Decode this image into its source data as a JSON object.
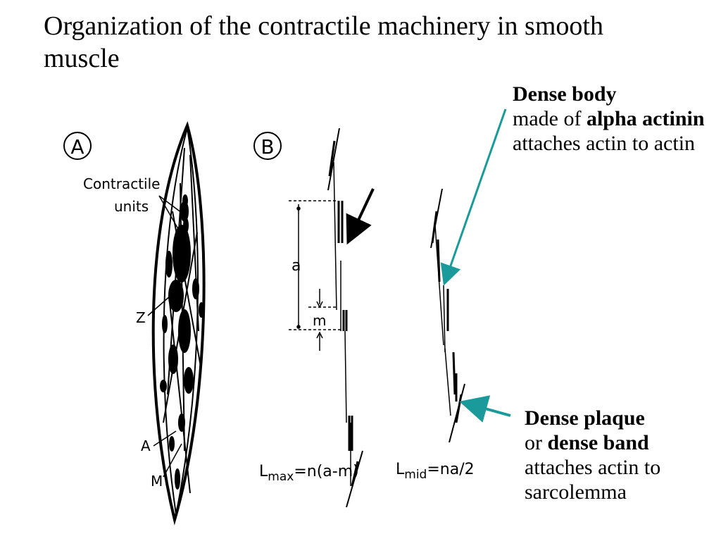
{
  "title": "Organization of the contractile machinery in smooth muscle",
  "panel_a": {
    "label": "A",
    "contractile_units_line1": "Contractile",
    "contractile_units_line2": "units",
    "z_label": "Z",
    "a_label": "A",
    "m_label": "M"
  },
  "panel_b": {
    "label": "B",
    "a_label": "a",
    "m_label": "m",
    "lmax_L": "L",
    "lmax_sub": "max",
    "lmax_expr": "=n(a-m)",
    "lmid_L": "L",
    "lmid_sub": "mid",
    "lmid_expr": "=na/2"
  },
  "callouts": {
    "dense_body": {
      "term": "Dense body",
      "text1": "made of ",
      "term2": "alpha actinin",
      "text2": "attaches actin to actin"
    },
    "dense_plaque": {
      "term": "Dense plaque",
      "text1": "or ",
      "term2": "dense band",
      "text2": "attaches actin to sarcolemma"
    }
  },
  "colors": {
    "arrow_teal": "#1a9a9a",
    "ink": "#000000"
  }
}
